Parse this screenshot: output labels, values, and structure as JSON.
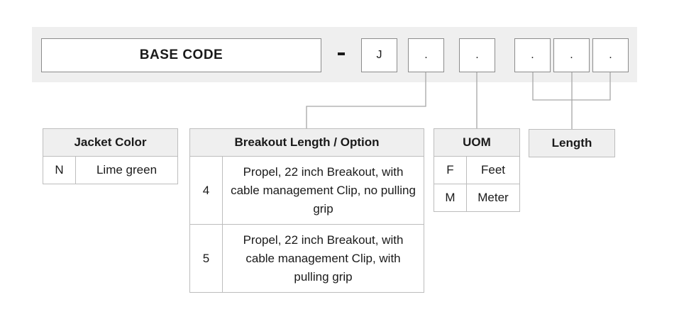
{
  "code": {
    "base_label": "BASE  CODE",
    "separator": "-",
    "slots": [
      "J",
      ".",
      ".",
      ".",
      ".",
      "."
    ]
  },
  "tables": {
    "jacket": {
      "title": "Jacket Color",
      "rows": [
        {
          "code": "N",
          "value": "Lime green"
        }
      ]
    },
    "breakout": {
      "title": "Breakout Length / Option",
      "rows": [
        {
          "code": "4",
          "value": "Propel, 22 inch Breakout, with cable management Clip, no pulling grip"
        },
        {
          "code": "5",
          "value": "Propel, 22 inch Breakout, with cable management Clip, with pulling grip"
        }
      ]
    },
    "uom": {
      "title": "UOM",
      "rows": [
        {
          "code": "F",
          "value": "Feet"
        },
        {
          "code": "M",
          "value": "Meter"
        }
      ]
    },
    "length": {
      "title": "Length"
    }
  },
  "colors": {
    "band": "#efefef",
    "box_border": "#8c8c8c",
    "table_border": "#bdbdbd",
    "header_fill": "#efefef",
    "connector": "#a6a6a6"
  }
}
